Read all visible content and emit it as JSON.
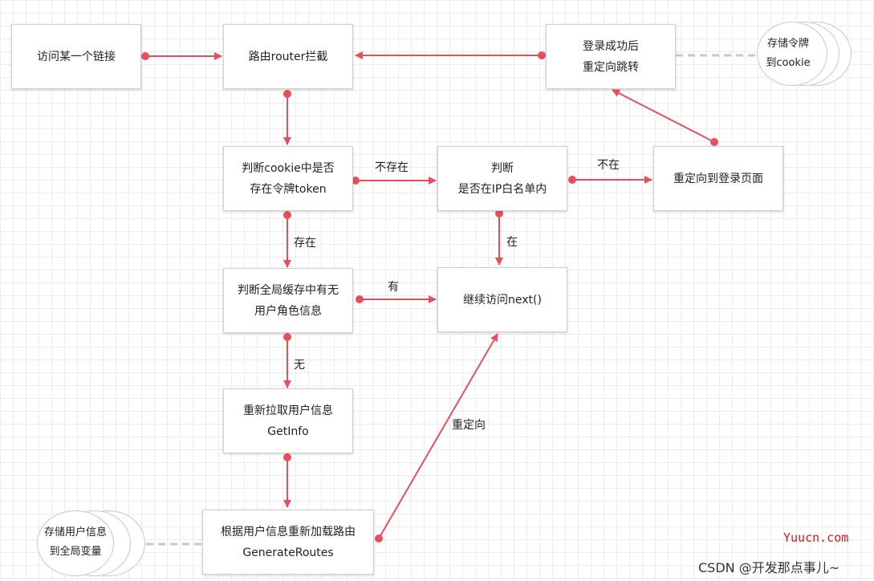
{
  "colors": {
    "accent": "#e7505b",
    "dashed": "#c8c8c8"
  },
  "nodes": {
    "visit_link": {
      "lines": [
        "访问某一个链接"
      ]
    },
    "router_intercept": {
      "lines": [
        "路由router拦截"
      ]
    },
    "login_redirect": {
      "lines": [
        "登录成功后",
        "重定向跳转"
      ]
    },
    "check_cookie": {
      "lines": [
        "判断cookie中是否",
        "存在令牌token"
      ]
    },
    "check_ip": {
      "lines": [
        "判断",
        "是否在IP白名单内"
      ]
    },
    "redirect_login": {
      "lines": [
        "重定向到登录页面"
      ]
    },
    "check_cache": {
      "lines": [
        "判断全局缓存中有无",
        "用户角色信息"
      ]
    },
    "continue_next": {
      "lines": [
        "继续访问next()"
      ]
    },
    "fetch_info": {
      "lines": [
        "重新拉取用户信息",
        "GetInfo"
      ]
    },
    "load_routes": {
      "lines": [
        "根据用户信息重新加载路由",
        "GenerateRoutes"
      ]
    }
  },
  "stores": {
    "cookie_store": {
      "lines": [
        "存储令牌",
        "到cookie"
      ]
    },
    "global_store": {
      "lines": [
        "存储用户信息",
        "到全局变量"
      ]
    }
  },
  "edge_labels": {
    "not_exist": "不存在",
    "not_in": "不在",
    "exist": "存在",
    "in": "在",
    "has": "有",
    "none": "无",
    "redirect": "重定向"
  },
  "watermarks": {
    "site": "Yuucn.com",
    "author": "CSDN @开发那点事儿~"
  }
}
